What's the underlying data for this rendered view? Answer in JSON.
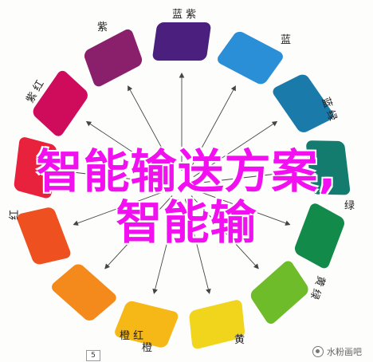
{
  "colors": {
    "segments": [
      "#4b1f7e",
      "#2b8fd8",
      "#1a7aa9",
      "#137c6e",
      "#128b4a",
      "#6fbc2b",
      "#f0d51c",
      "#f6b817",
      "#f58a1c",
      "#ee5020",
      "#e8213c",
      "#cf0c5c",
      "#8a1f6b"
    ],
    "title_magenta": "#f20ff0"
  },
  "wheel": {
    "labels": [
      {
        "text": "蓝 紫",
        "id": "blue-violet"
      },
      {
        "text": "蓝",
        "id": "blue"
      },
      {
        "text": "蓝 绿",
        "id": "blue-green"
      },
      {
        "text": "绿",
        "id": "green"
      },
      {
        "text": "黄 绿",
        "id": "yellow-green"
      },
      {
        "text": "黄",
        "id": "yellow"
      },
      {
        "text": "橙",
        "id": "orange"
      },
      {
        "text": "橙 红",
        "id": "red-orange"
      },
      {
        "text": "红",
        "id": "red"
      },
      {
        "text": "紫 红",
        "id": "red-violet"
      },
      {
        "text": "紫",
        "id": "violet"
      }
    ],
    "page_number": "5"
  },
  "overlay": {
    "line1": "智能输送方案,",
    "line2": "智能输"
  },
  "watermark": {
    "text": "水粉画吧"
  }
}
